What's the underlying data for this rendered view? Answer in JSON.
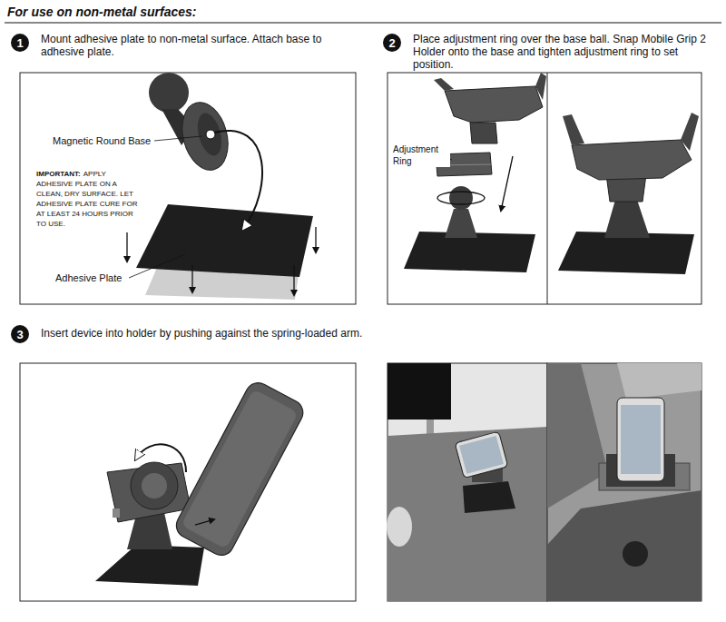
{
  "diagram": {
    "title": "For use on non-metal surfaces:",
    "nodes": [
      {
        "text": [
          "1"
        ]
      },
      {
        "text": [
          "2"
        ]
      },
      {
        "text": [
          "3"
        ]
      }
    ],
    "labels": [
      "Mount adhesive plate to non-metal surface. Attach base to adhesive plate.",
      "Place adjustment ring over the base ball. Snap Mobile Grip 2 Holder onto the base and tighten adjustment ring to set position.",
      "Magnetic Round Base",
      "IMPORTANT:",
      "APPLY ADHESIVE PLATE ON A CLEAN, DRY SURFACE. LET ADHESIVE PLATE CURE FOR AT LEAST 24 HOURS PRIOR TO USE.",
      "Adhesive Plate",
      "Adjustment Ring",
      "Insert device into holder by pushing against the spring-loaded arm."
    ]
  }
}
